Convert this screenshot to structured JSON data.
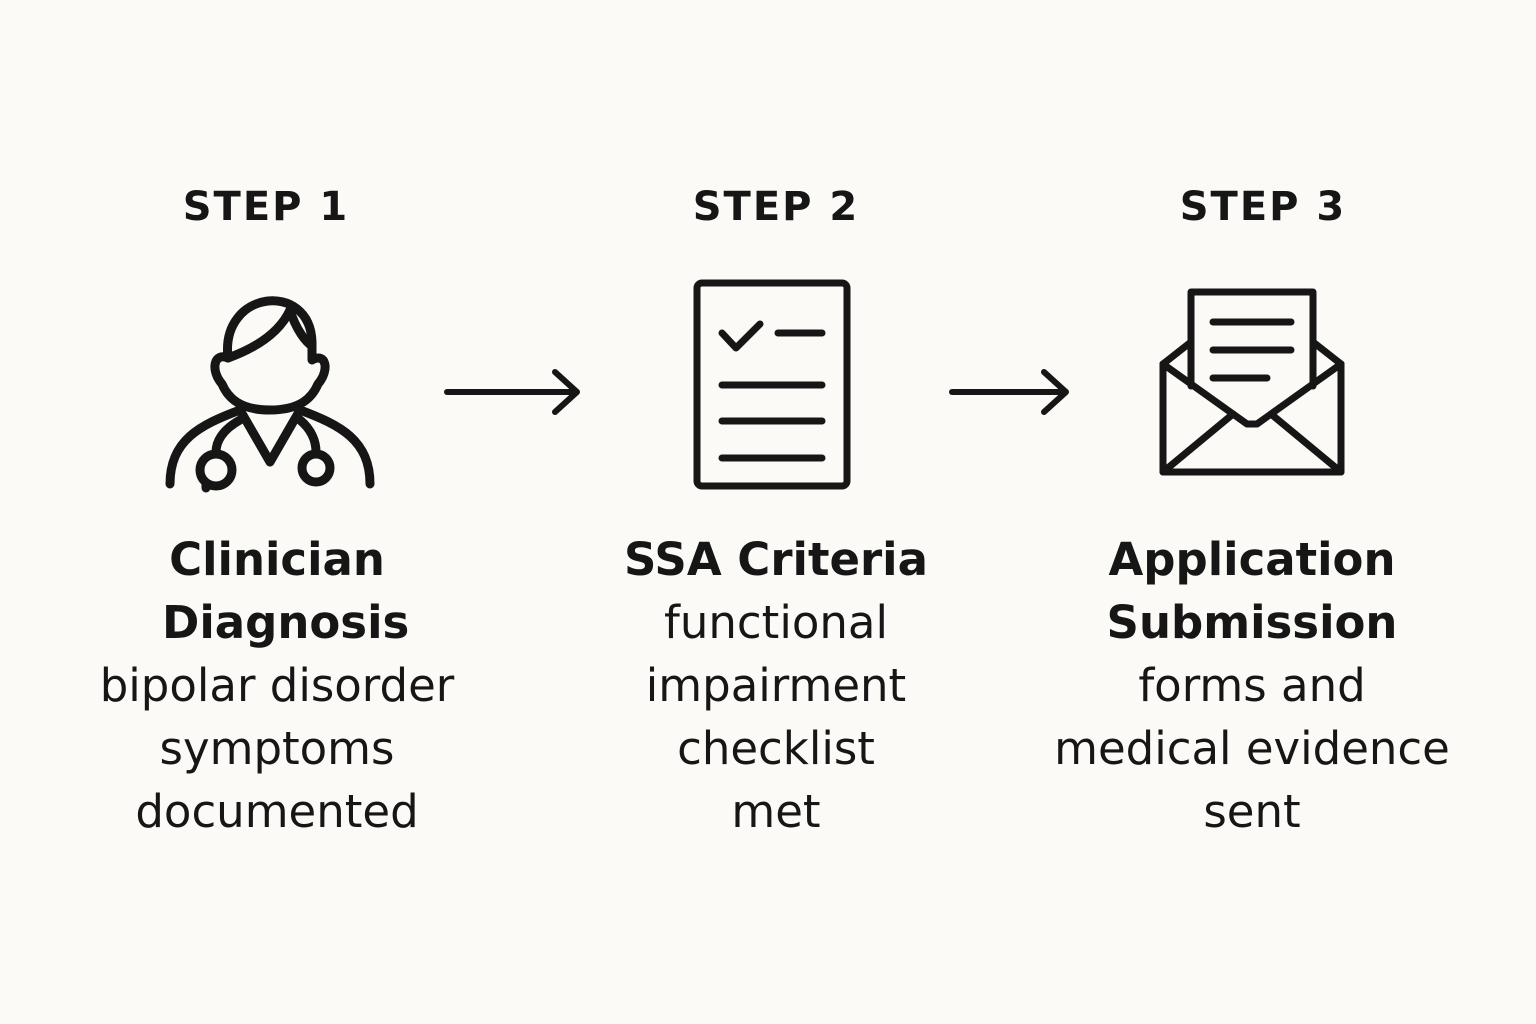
{
  "steps": [
    {
      "label": "STEP 1",
      "icon": "clinician-icon",
      "title": "Clinician Diagnosis",
      "description": "bipolar disorder symptoms documented"
    },
    {
      "label": "STEP 2",
      "icon": "checklist-document-icon",
      "title": "SSA Criteria",
      "description": "functional impairment checklist met"
    },
    {
      "label": "STEP 3",
      "icon": "envelope-letter-icon",
      "title": "Application Submission",
      "description": "forms and medical evidence sent"
    }
  ],
  "colors": {
    "background": "#fcfaf6",
    "ink": "#161616"
  }
}
